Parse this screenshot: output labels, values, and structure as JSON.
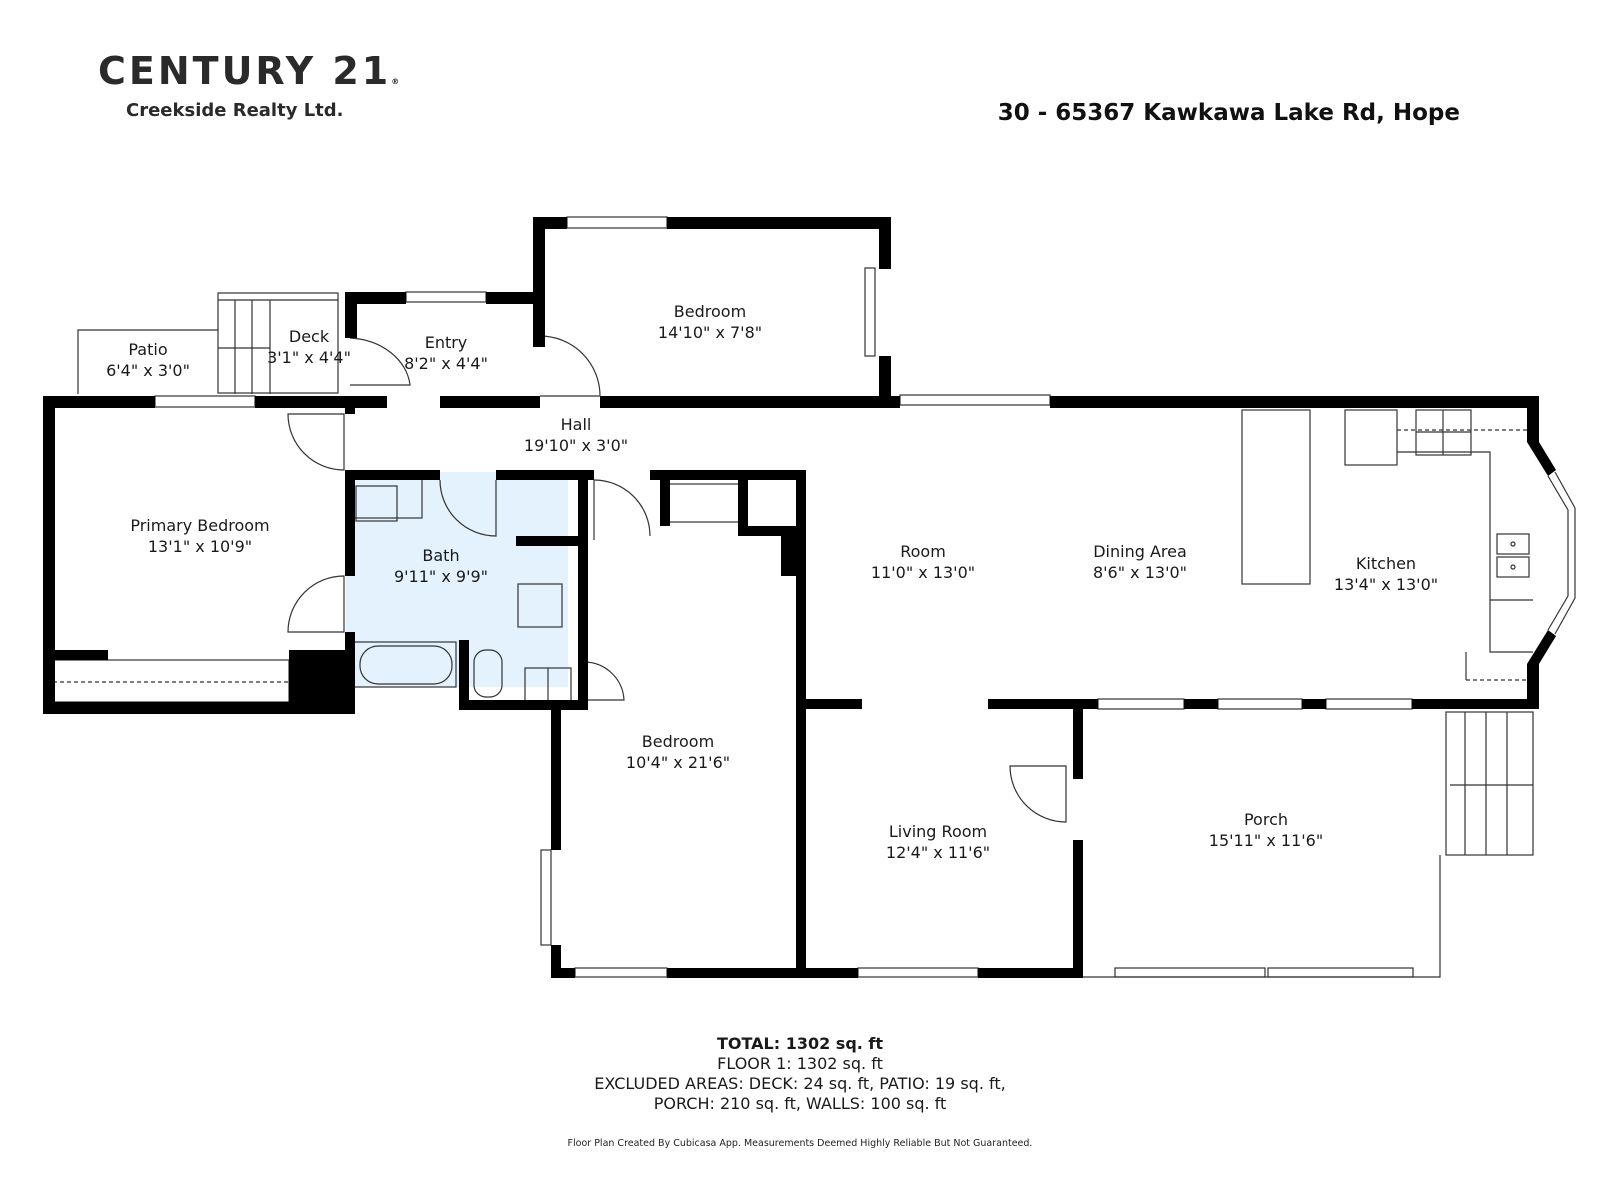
{
  "brand": {
    "name": "CENTURY 21",
    "registered_mark": "®",
    "office": "Creekside Realty Ltd."
  },
  "address": "30 - 65367 Kawkawa Lake Rd, Hope",
  "rooms": [
    {
      "id": "patio",
      "name": "Patio",
      "dims": "6'4\" x 3'0\""
    },
    {
      "id": "deck",
      "name": "Deck",
      "dims": "3'1\" x 4'4\""
    },
    {
      "id": "entry",
      "name": "Entry",
      "dims": "8'2\" x 4'4\""
    },
    {
      "id": "bedroom-north",
      "name": "Bedroom",
      "dims": "14'10\" x 7'8\""
    },
    {
      "id": "hall",
      "name": "Hall",
      "dims": "19'10\" x 3'0\""
    },
    {
      "id": "primary-bedroom",
      "name": "Primary Bedroom",
      "dims": "13'1\" x 10'9\""
    },
    {
      "id": "bath",
      "name": "Bath",
      "dims": "9'11\" x 9'9\""
    },
    {
      "id": "room",
      "name": "Room",
      "dims": "11'0\" x 13'0\""
    },
    {
      "id": "dining-area",
      "name": "Dining Area",
      "dims": "8'6\" x 13'0\""
    },
    {
      "id": "kitchen",
      "name": "Kitchen",
      "dims": "13'4\" x 13'0\""
    },
    {
      "id": "bedroom-south",
      "name": "Bedroom",
      "dims": "10'4\" x 21'6\""
    },
    {
      "id": "living-room",
      "name": "Living Room",
      "dims": "12'4\" x 11'6\""
    },
    {
      "id": "porch",
      "name": "Porch",
      "dims": "15'11\" x 11'6\""
    }
  ],
  "summary": {
    "total": "TOTAL: 1302 sq. ft",
    "floor1": "FLOOR 1: 1302 sq. ft",
    "excluded_line1": "EXCLUDED AREAS: DECK: 24 sq. ft, PATIO: 19 sq. ft,",
    "excluded_line2": "PORCH: 210 sq. ft, WALLS: 100 sq. ft"
  },
  "credit": "Floor Plan Created By Cubicasa App. Measurements Deemed Highly Reliable But Not Guaranteed.",
  "colors": {
    "wall": "#000000",
    "bath_fill": "#e3f2fc",
    "line": "#333333"
  }
}
